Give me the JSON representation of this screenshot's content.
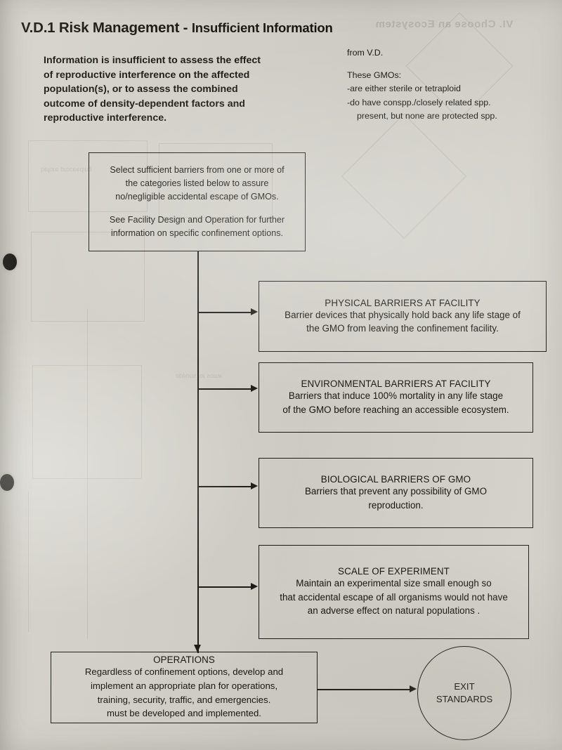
{
  "page": {
    "paper_color": "#d4d2ca",
    "ink_color": "#15140f"
  },
  "header": {
    "section_number": "V.D.1",
    "title_main": "Risk Management -",
    "title_sub": "Insufficient Information",
    "lead_lines": [
      "Information is insufficient to assess the effect",
      "of reproductive interference on the affected",
      "population(s), or to assess the combined",
      "outcome of density-dependent factors and",
      "reproductive  interference."
    ]
  },
  "side_note": {
    "source": "from V.D.",
    "heading": "These GMOs:",
    "bullets": [
      "-are either sterile or tetraploid",
      "-do have conspp./closely related spp.",
      "present, but none are protected spp."
    ]
  },
  "flow": {
    "select_box": {
      "lines_group_1": [
        "Select sufficient barriers  from one or more of",
        "the categories listed below to assure",
        "no/negligible accidental escape of GMOs."
      ],
      "lines_group_2": [
        "See Facility Design  and Operation  for further",
        "information on specific confinement options."
      ]
    },
    "physical": {
      "heading": "PHYSICAL BARRIERS AT FACILITY",
      "body_lines": [
        "Barrier devices that physically hold back any life stage of",
        "the GMO from leaving the confinement facility."
      ]
    },
    "environmental": {
      "heading": "ENVIRONMENTAL BARRIERS AT FACILITY",
      "body_lines": [
        "Barriers that induce 100% mortality in any life stage",
        "of the GMO before reaching an accessible ecosystem."
      ]
    },
    "biological": {
      "heading": "BIOLOGICAL BARRIERS OF GMO",
      "body_lines": [
        "Barriers that prevent any possibility of GMO",
        "reproduction."
      ]
    },
    "scale": {
      "heading": "SCALE OF EXPERIMENT",
      "body_lines": [
        "Maintain an experimental size small enough so",
        "that  accidental escape of all organisms would not  have",
        "an adverse effect on natural populations ."
      ]
    },
    "operations": {
      "heading": "OPERATIONS",
      "body_lines": [
        "Regardless of confinement options, develop and",
        "implement an appropriate  plan for operations,",
        "training,  security,  traffic,  and  emergencies.",
        "must be developed and implemented."
      ]
    },
    "exit": {
      "line1": "EXIT",
      "line2": "STANDARDS"
    }
  },
  "artifacts": {
    "hole_punches": 2,
    "bleed_through_text": "VI. Choose an Ecosystem"
  }
}
